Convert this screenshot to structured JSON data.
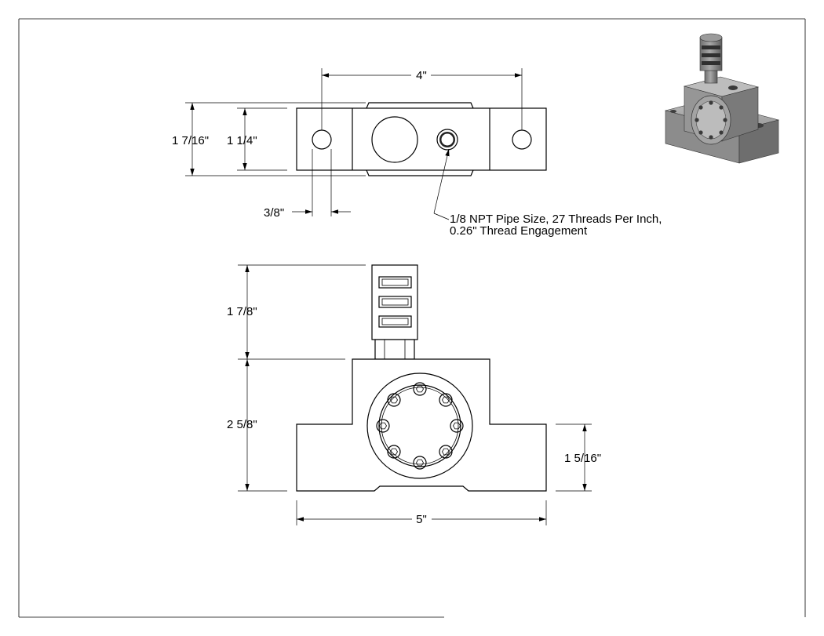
{
  "drawing": {
    "top_view": {
      "dimensions": {
        "overall_width": "4\"",
        "overall_height": "1 7/16\"",
        "inner_height": "1 1/4\"",
        "hole_offset": "3/8\""
      },
      "note": {
        "line1": "1/8 NPT Pipe Size, 27 Threads Per Inch,",
        "line2": "0.26\" Thread Engagement"
      }
    },
    "front_view": {
      "dimensions": {
        "muffler_height": "1 7/8\"",
        "body_height": "2 5/8\"",
        "base_height": "1 5/16\"",
        "base_width": "5\""
      }
    },
    "iso_view": {
      "icons": [
        "pneumatic-vibrator-isometric-icon"
      ]
    }
  }
}
